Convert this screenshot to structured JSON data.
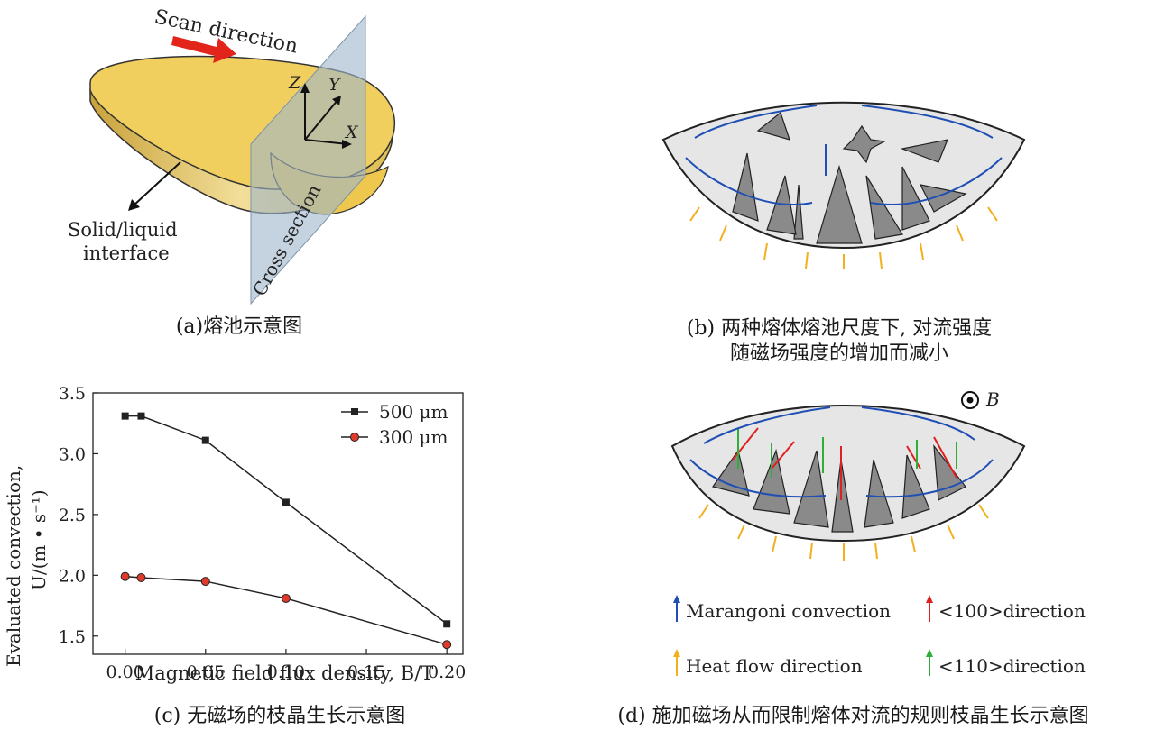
{
  "panel_a": {
    "caption": "(a)熔池示意图",
    "scan_label": "Scan direction",
    "interface_label_1": "Solid/liquid",
    "interface_label_2": "interface",
    "cross_section_label": "Cross section",
    "axis_x": "X",
    "axis_y": "Y",
    "axis_z": "Z"
  },
  "panel_b": {
    "caption_line1": "(b) 两种熔体熔池尺度下, 对流强度",
    "caption_line2": "随磁场强度的增加而减小"
  },
  "panel_c": {
    "caption": "(c) 无磁场的枝晶生长示意图"
  },
  "panel_d": {
    "caption": "(d) 施加磁场从而限制熔体对流的规则枝晶生长示意图",
    "field_label": "B",
    "legend": {
      "marangoni": "Marangoni convection",
      "heat_flow": "Heat flow direction",
      "dir100": "<100>direction",
      "dir110": "<110>direction"
    },
    "colors": {
      "marangoni": "#1f4fb5",
      "heat_flow": "#f2b01e",
      "dir100": "#e02020",
      "dir110": "#2fae3a"
    }
  },
  "chart_data": {
    "type": "line",
    "xlabel": "Magnetic field flux density, B/T",
    "ylabel_line1": "Evaluated convection,",
    "ylabel_line2": "U/(m • s⁻¹)",
    "xlim": [
      -0.02,
      0.21
    ],
    "ylim": [
      1.35,
      3.5
    ],
    "x_ticks": [
      0.0,
      0.05,
      0.1,
      0.15,
      0.2
    ],
    "x_tick_labels": [
      "0.00",
      "0.05",
      "0.10",
      "0.15",
      "0.20"
    ],
    "y_ticks": [
      1.5,
      2.0,
      2.5,
      3.0,
      3.5
    ],
    "y_tick_labels": [
      "1.5",
      "2.0",
      "2.5",
      "3.0",
      "3.5"
    ],
    "legend_position": "top-right",
    "series": [
      {
        "name": "500 μm",
        "marker": "square",
        "color": "#222222",
        "x": [
          0.0,
          0.01,
          0.05,
          0.1,
          0.2
        ],
        "y": [
          3.31,
          3.31,
          3.11,
          2.6,
          1.6
        ]
      },
      {
        "name": "300 μm",
        "marker": "circle",
        "color": "#e03a2a",
        "x": [
          0.0,
          0.01,
          0.05,
          0.1,
          0.2
        ],
        "y": [
          1.99,
          1.98,
          1.95,
          1.81,
          1.43
        ]
      }
    ]
  }
}
